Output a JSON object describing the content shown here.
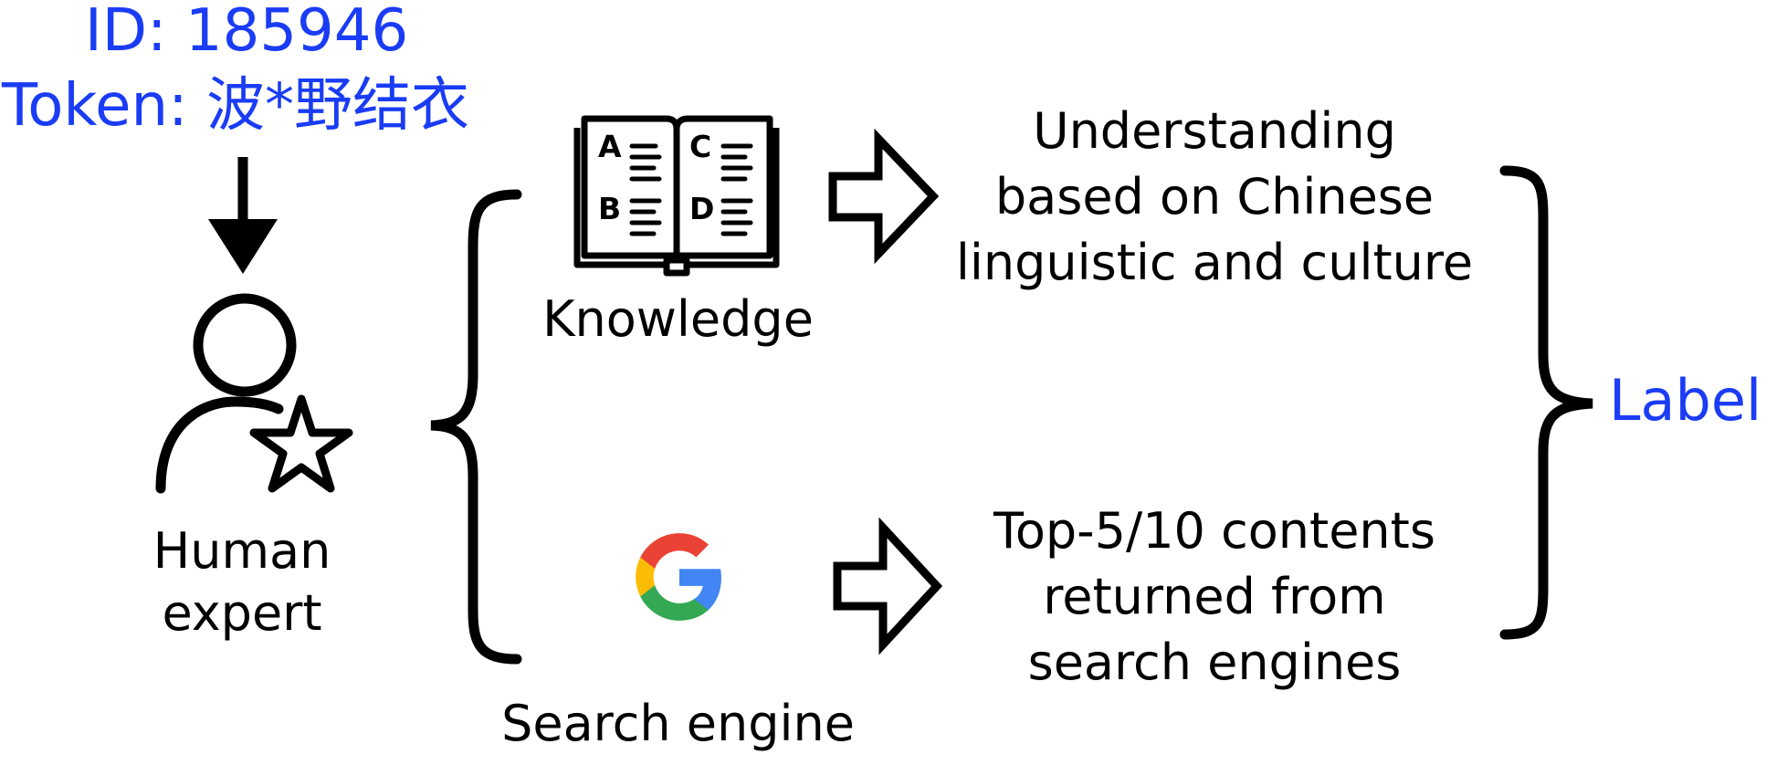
{
  "input": {
    "id_line": "ID: 185946",
    "token_line": "Token: 波*野结衣"
  },
  "expert": {
    "label_line1": "Human",
    "label_line2": "expert"
  },
  "knowledge": {
    "label": "Knowledge",
    "book_letters": [
      "A",
      "B",
      "C",
      "D"
    ],
    "result_lines": [
      "Understanding",
      "based on Chinese",
      "linguistic and culture"
    ]
  },
  "search": {
    "label": "Search engine",
    "logo_letter": "G",
    "result_lines": [
      "Top-5/10 contents",
      "returned from",
      "search engines"
    ]
  },
  "output": {
    "label": "Label"
  },
  "colors": {
    "accent_blue": "#1a3cf5",
    "google_red": "#ea4335",
    "google_yellow": "#fbbc05",
    "google_green": "#34a853",
    "google_blue": "#4285f4"
  }
}
